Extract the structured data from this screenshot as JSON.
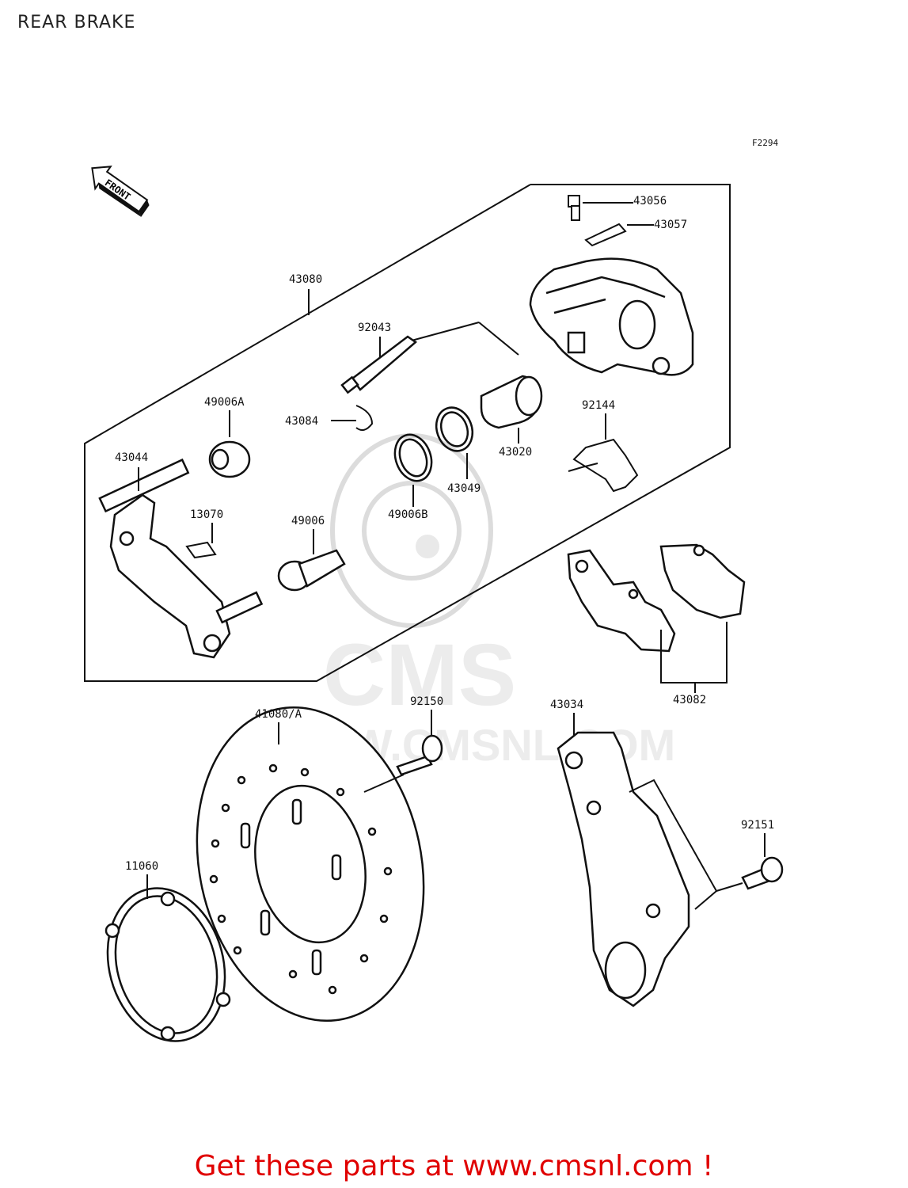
{
  "title": "REAR BRAKE",
  "figure_code": "F2294",
  "front_indicator": "FRONT",
  "watermark": {
    "brand": "CMS",
    "url": "WWW.CMSNL.COM"
  },
  "parts": {
    "p43056": "43056",
    "p43057": "43057",
    "p43080": "43080",
    "p92043": "92043",
    "p49006A": "49006A",
    "p43084": "43084",
    "p43044": "43044",
    "p13070": "13070",
    "p49006": "49006",
    "p49006B": "49006B",
    "p43049": "43049",
    "p43020": "43020",
    "p92144": "92144",
    "p43082": "43082",
    "p41080A": "41080/A",
    "p92150": "92150",
    "p43034": "43034",
    "p92151": "92151",
    "p11060": "11060"
  },
  "footer": {
    "prefix": "Get these parts at ",
    "link": "www.cmsnl.com",
    "suffix": " !"
  },
  "colors": {
    "footer": "#e00000",
    "line": "#111111",
    "watermark": "#e6e6e6"
  }
}
